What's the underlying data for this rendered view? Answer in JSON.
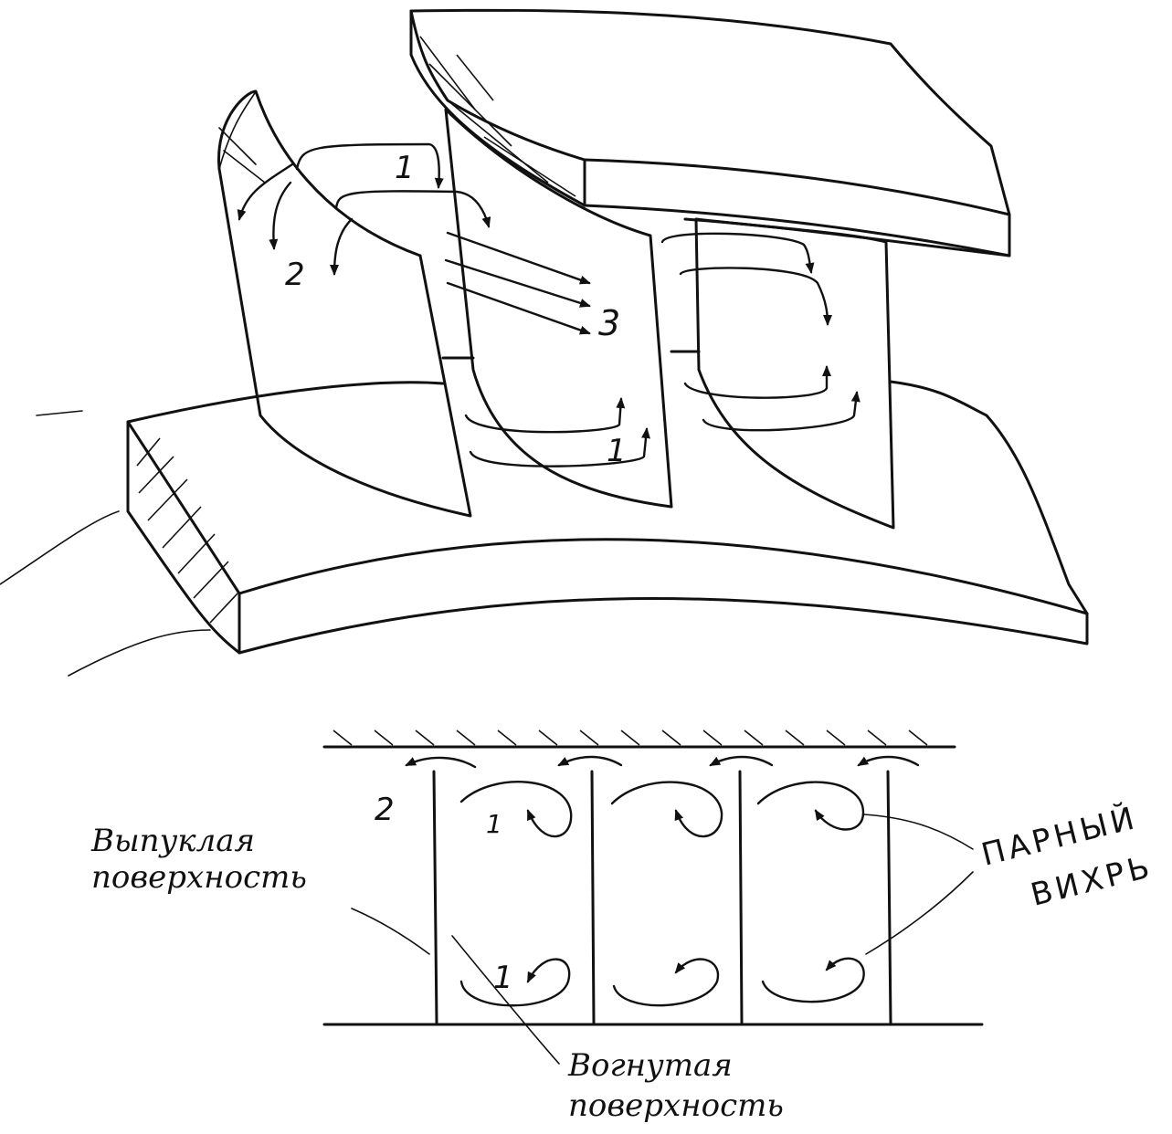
{
  "labels": {
    "stream_1": "1",
    "stream_2": "2",
    "stream_3": "3",
    "bottom_1": "1",
    "bottom_2": "2",
    "convex_surface_line1": "Выпуклая",
    "convex_surface_line2": "поверхность",
    "concave_surface_line1": "Вогнутая",
    "concave_surface_line2": "поверхность",
    "paired_vortices_line1": "ПАРНЫЙ",
    "paired_vortices_line2": "ВИХРЬ"
  },
  "colors": {
    "ink": "#111111",
    "paper": "#ffffff"
  }
}
